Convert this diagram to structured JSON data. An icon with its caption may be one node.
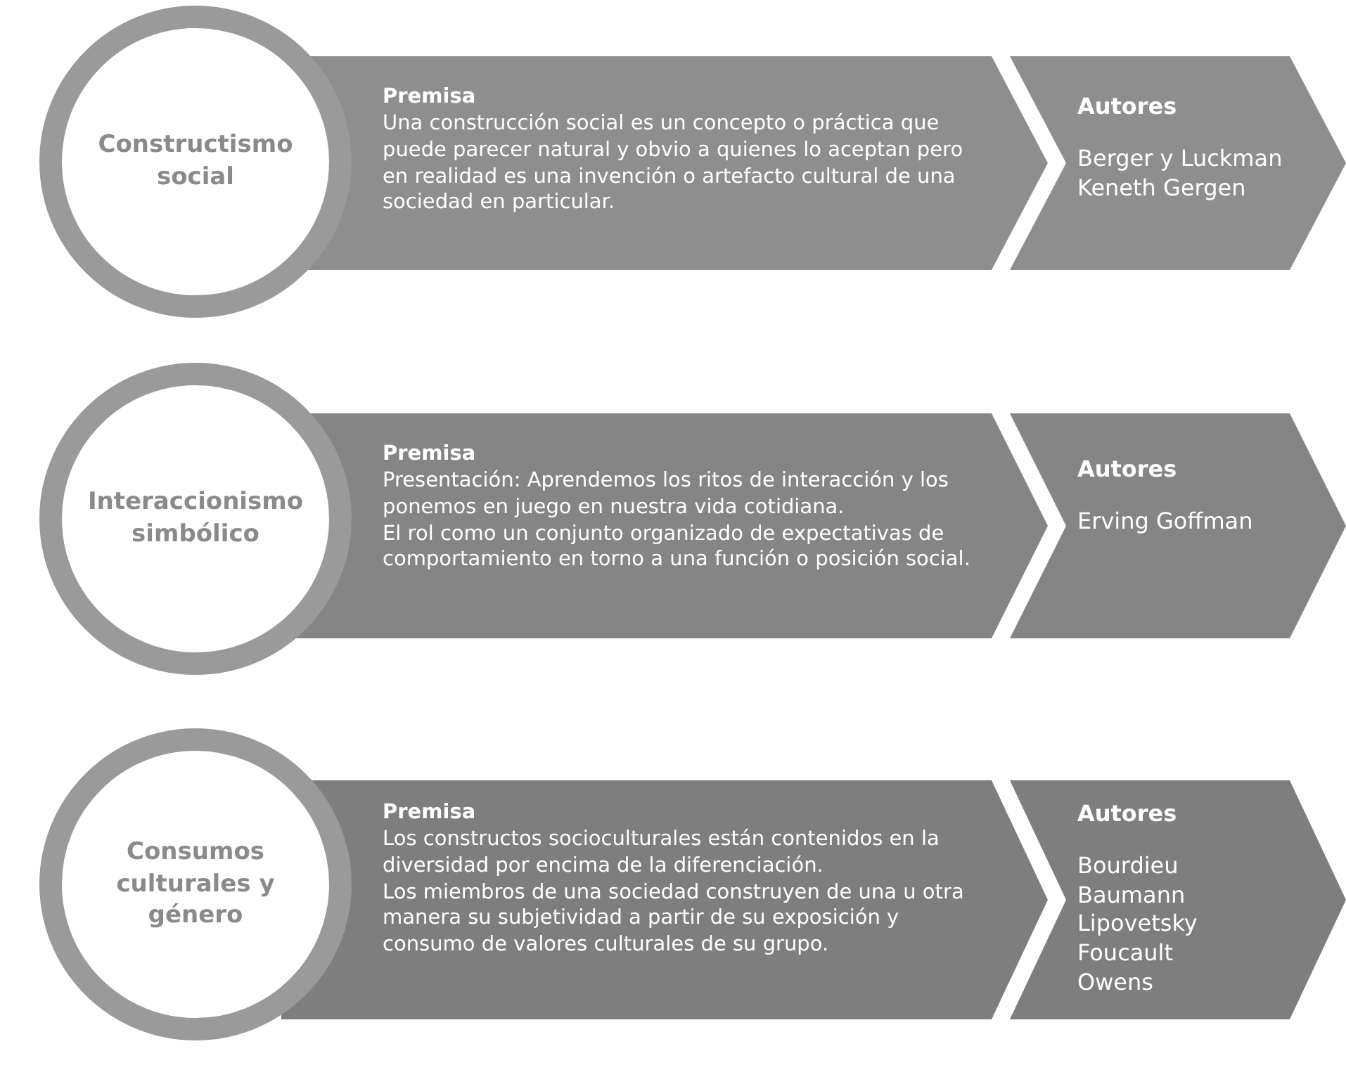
{
  "diagram": {
    "nodes": [
      {
        "text": [
          "Constructismo social"
        ]
      },
      {
        "text": [
          "Premisa",
          "Una construcción social es un concepto o práctica que puede parecer natural y obvio a quienes lo aceptan pero en realidad es una invención o artefacto cultural de una sociedad en particular."
        ]
      },
      {
        "text": [
          "Autores",
          "Berger y Luckman",
          "Keneth Gergen"
        ]
      },
      {
        "text": [
          "Interaccionismo simbólico"
        ]
      },
      {
        "text": [
          "Premisa",
          "Presentación: Aprendemos los ritos de interacción y los ponemos en juego en nuestra vida cotidiana.",
          "El rol como un conjunto organizado de expectativas de comportamiento en torno a una función o posición social."
        ]
      },
      {
        "text": [
          "Autores",
          "Erving Goffman"
        ]
      },
      {
        "text": [
          "Consumos culturales y género"
        ]
      },
      {
        "text": [
          "Premisa",
          "Los constructos socioculturales están contenidos en la diversidad por encima de la diferenciación.",
          "Los miembros de una sociedad construyen de una u otra manera su subjetividad a partir de su exposición y consumo de valores culturales de su grupo."
        ]
      },
      {
        "text": [
          "Autores",
          "Bourdieu",
          "Baumann",
          "Lipovetsky",
          "Foucault",
          "Owens"
        ]
      }
    ],
    "edges": []
  }
}
